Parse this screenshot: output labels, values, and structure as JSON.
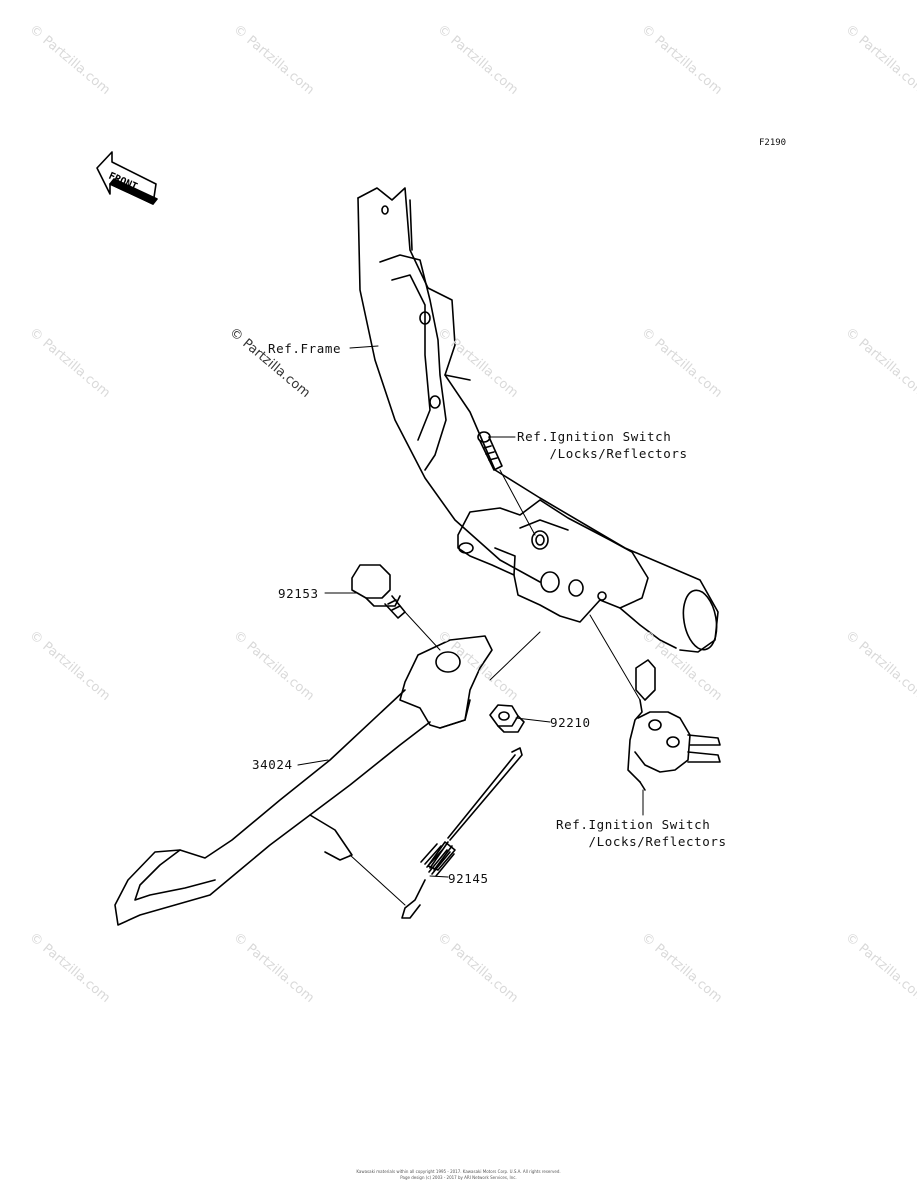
{
  "diagram_code": "F2190",
  "front_badge": "FRONT",
  "labels": {
    "ref_frame": "Ref.Frame",
    "ref_ignition_1": "Ref.Ignition Switch\n    /Locks/Reflectors",
    "ref_ignition_2": "Ref.Ignition Switch\n    /Locks/Reflectors",
    "part_92153": "92153",
    "part_92210": "92210",
    "part_34024": "34024",
    "part_92145": "92145"
  },
  "watermark": {
    "text": "© Partzilla.com"
  },
  "footer": {
    "line1": "Kawasaki materials within all copyright 1995 - 2017. Kawasaki Motors Corp. U.S.A. All rights reserved.",
    "line2": "Page design (c) 2003 - 2017 by ARI Network Services, Inc."
  }
}
